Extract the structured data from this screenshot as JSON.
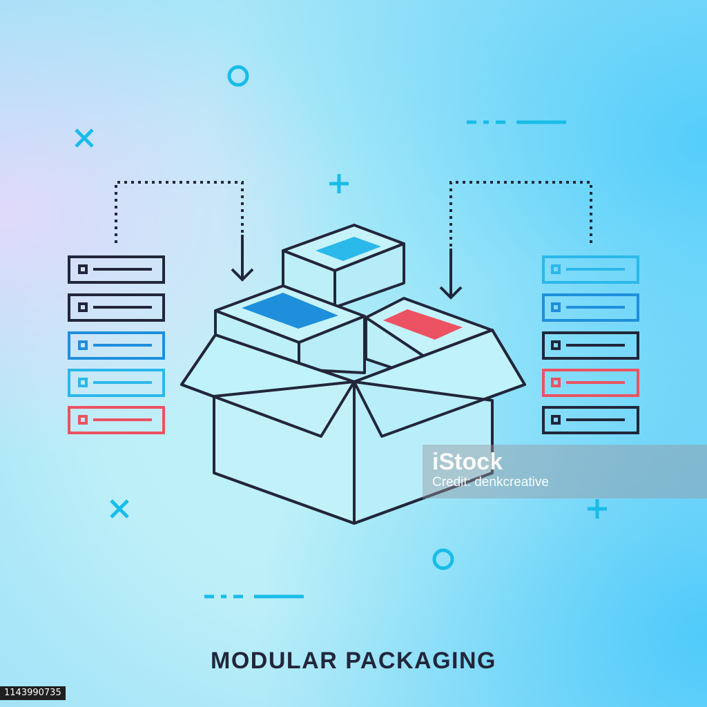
{
  "title": "MODULAR PACKAGING",
  "stock_id": "1143990735",
  "watermark": {
    "logo": "iStock",
    "credit": "Credit: denkcreative"
  },
  "colors": {
    "outline": "#22263a",
    "blue": "#1f8fdc",
    "light_blue": "#2bb8ea",
    "red": "#ec5261",
    "accent": "#19bce8"
  },
  "icons": [
    "box-icon",
    "server-stack-icon",
    "arrow-down-icon",
    "cross-icon",
    "plus-icon",
    "circle-icon"
  ]
}
